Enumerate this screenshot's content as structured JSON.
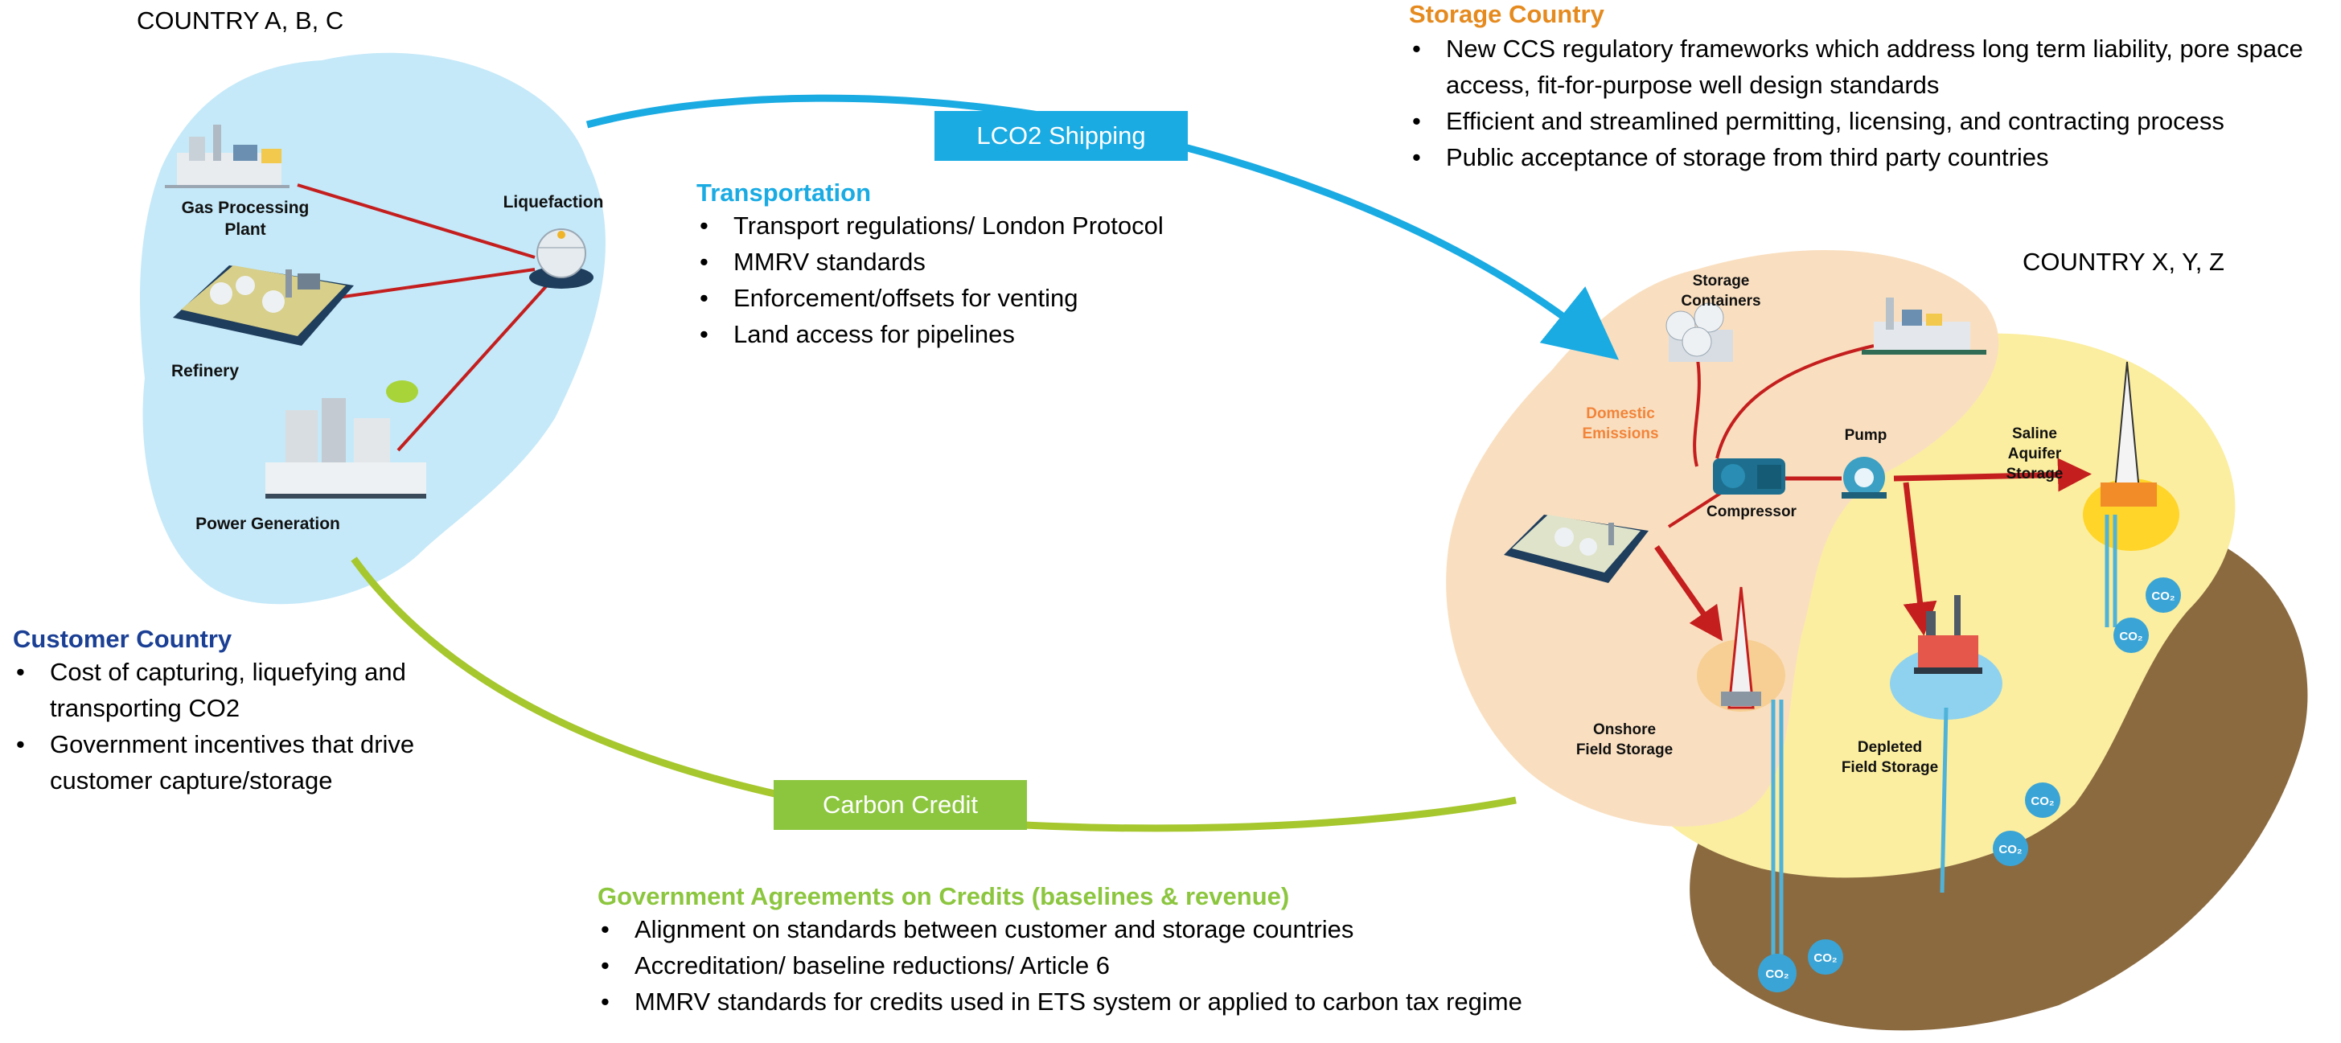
{
  "country_left": "COUNTRY A, B, C",
  "country_right": "COUNTRY X, Y, Z",
  "links": {
    "shipping": "LCO2 Shipping",
    "credit": "Carbon Credit"
  },
  "sources": {
    "gas_processing_1": "Gas Processing",
    "gas_processing_2": "Plant",
    "refinery": "Refinery",
    "power": "Power Generation",
    "liquefaction": "Liquefaction"
  },
  "storage_site": {
    "containers_1": "Storage",
    "containers_2": "Containers",
    "domestic_1": "Domestic",
    "domestic_2": "Emissions",
    "compressor": "Compressor",
    "pump": "Pump",
    "saline_1": "Saline",
    "saline_2": "Aquifer",
    "saline_3": "Storage",
    "onshore_1": "Onshore",
    "onshore_2": "Field Storage",
    "depleted_1": "Depleted",
    "depleted_2": "Field Storage",
    "co2": "CO₂"
  },
  "storage_country": {
    "title": "Storage Country",
    "items": [
      "New CCS regulatory frameworks which address long term liability, pore space access, fit-for-purpose well design standards",
      "Efficient and streamlined permitting, licensing, and contracting process",
      "Public acceptance of storage from third party countries"
    ]
  },
  "transportation": {
    "title": "Transportation",
    "items": [
      "Transport regulations/ London Protocol",
      "MMRV standards",
      "Enforcement/offsets for venting",
      "Land access for pipelines"
    ]
  },
  "customer_country": {
    "title": "Customer Country",
    "items": [
      "Cost of capturing, liquefying and transporting CO2",
      "Government incentives that drive customer capture/storage"
    ]
  },
  "government": {
    "title": "Government Agreements on Credits (baselines & revenue)",
    "items": [
      "Alignment on standards between customer and storage countries",
      "Accreditation/ baseline reductions/ Article 6",
      "MMRV standards for credits used in ETS system or applied to carbon tax regime"
    ]
  },
  "colors": {
    "blue_link": "#1aabe3",
    "green_link": "#a6c72d",
    "pill_blue": "#1aabe3",
    "pill_green": "#8cc63f",
    "storage_title": "#e58a1e",
    "transport_title": "#1aabe3",
    "customer_title": "#1a3f94",
    "government_title": "#8cc63f",
    "cloud_left": "#c5e9f9",
    "region_peach": "#f9dfc0",
    "region_yellow": "#fbeea0",
    "ground_brown": "#8b6a40",
    "pipe_red": "#c41e1e"
  }
}
